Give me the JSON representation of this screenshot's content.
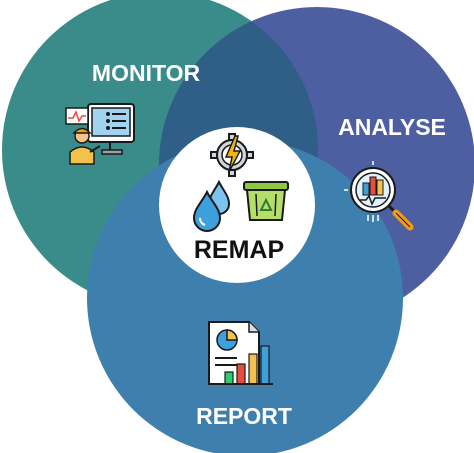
{
  "diagram": {
    "circles": [
      {
        "id": "monitor",
        "label": "MONITOR",
        "color": "#3a8c8a",
        "icon": "operator-at-monitor-icon"
      },
      {
        "id": "analyse",
        "label": "ANALYSE",
        "color": "#4d5fa0",
        "icon": "magnifier-chart-icon"
      },
      {
        "id": "report",
        "label": "REPORT",
        "color": "#3e7fad",
        "icon": "report-document-icon"
      }
    ],
    "center": {
      "label": "REMAP",
      "icons": [
        "energy-gear-icon",
        "water-drops-icon",
        "recycle-bin-icon"
      ]
    }
  }
}
